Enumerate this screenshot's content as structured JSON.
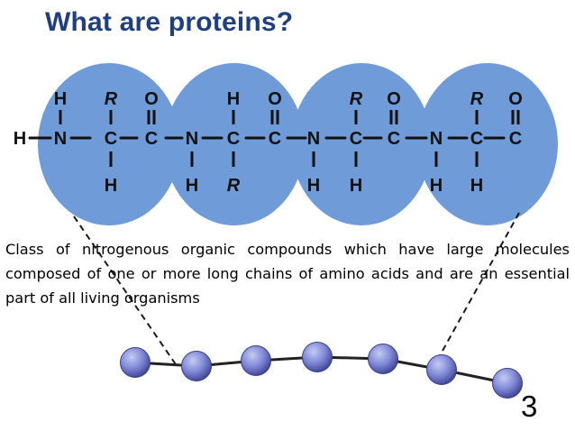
{
  "slide": {
    "title": "What are proteins?",
    "title_color": "#1f3f7f",
    "definition": "Class of nitrogenous organic compounds which have large molecules composed of one or more long chains of amino acids and are an essential part of all living organisms",
    "page_number": "3"
  },
  "structure": {
    "ellipse_color": "#6f9bd8",
    "bead_color": "#7f88d6",
    "top_substituents": [
      "H",
      "R",
      "O",
      "H",
      "O",
      "R",
      "O",
      "R",
      "O"
    ],
    "backbone": [
      "H",
      "N",
      "C",
      "C",
      "N",
      "C",
      "C",
      "N",
      "C",
      "C",
      "N",
      "C",
      "C"
    ],
    "bottom_substituents": [
      "H",
      "H",
      "H",
      "R",
      "H",
      "H",
      "H",
      "H"
    ]
  }
}
